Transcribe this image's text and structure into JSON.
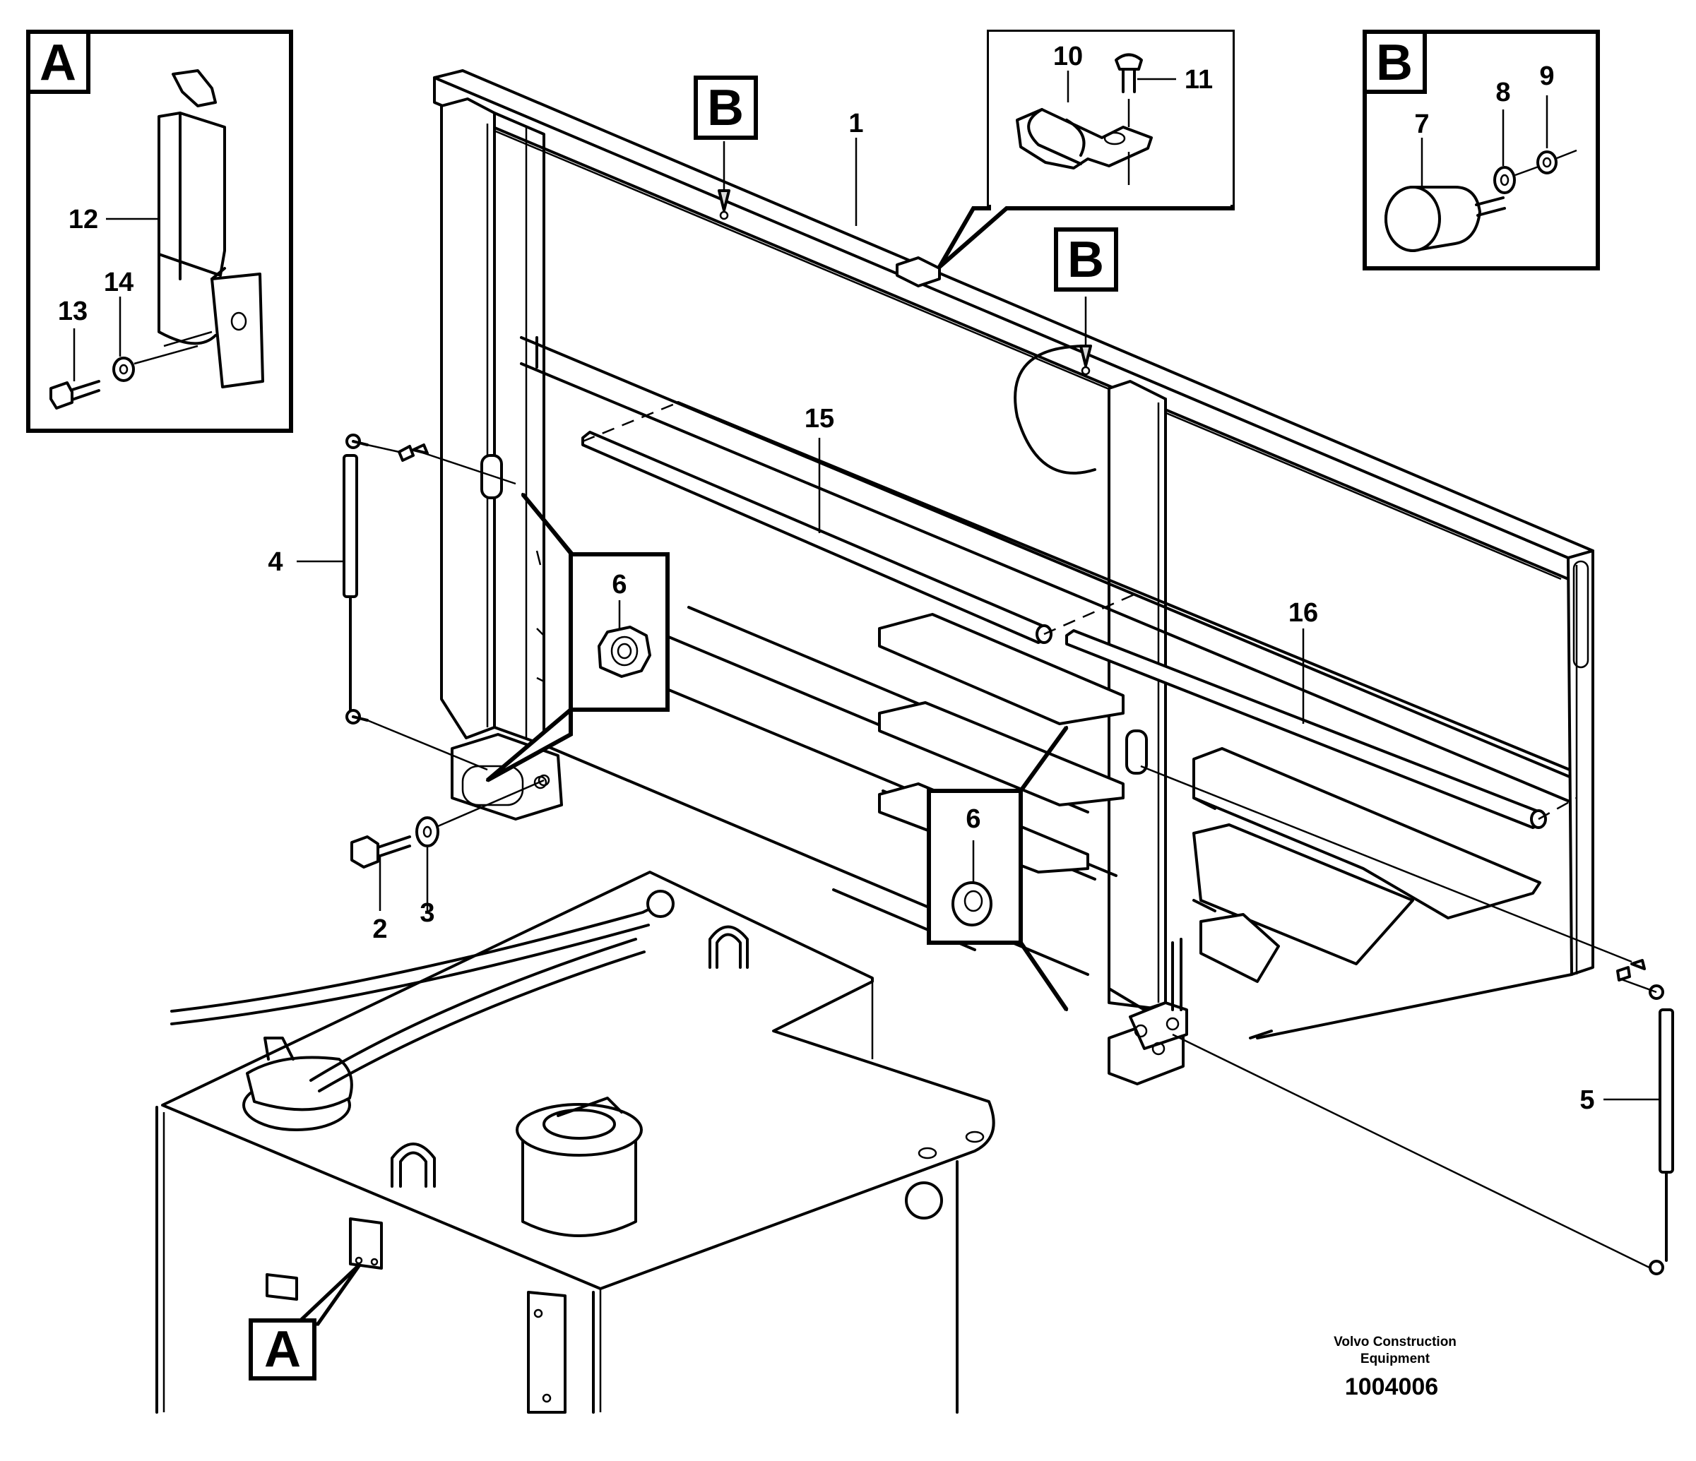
{
  "diagram": {
    "callouts": {
      "c1": "1",
      "c2": "2",
      "c3": "3",
      "c4": "4",
      "c5": "5",
      "c6a": "6",
      "c6b": "6",
      "c7": "7",
      "c8": "8",
      "c9": "9",
      "c10": "10",
      "c11": "11",
      "c12": "12",
      "c13": "13",
      "c14": "14",
      "c15": "15",
      "c16": "16"
    },
    "views": {
      "detail_a_letter": "A",
      "detail_b_letter": "B",
      "marker_a_letter": "A",
      "marker_b1_letter": "B",
      "marker_b2_letter": "B"
    },
    "caption_line1": "Volvo Construction",
    "caption_line2": "Equipment",
    "document_number": "1004006"
  }
}
